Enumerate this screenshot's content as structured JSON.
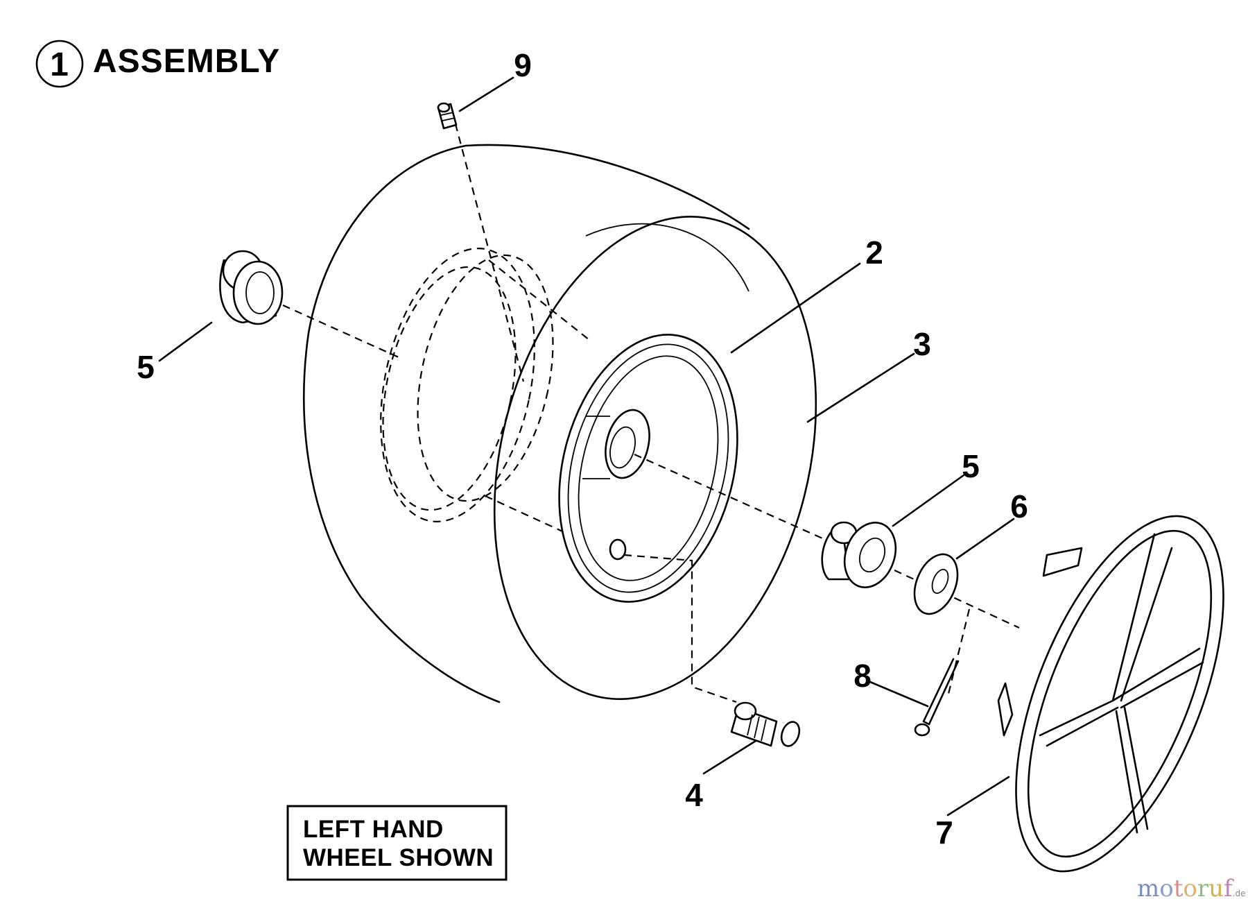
{
  "header": {
    "number": "1",
    "title": "ASSEMBLY"
  },
  "callouts": {
    "c2": "2",
    "c3": "3",
    "c4": "4",
    "c5_left": "5",
    "c5_right": "5",
    "c6": "6",
    "c7": "7",
    "c8": "8",
    "c9": "9"
  },
  "note": {
    "line1": "LEFT HAND",
    "line2": "WHEEL SHOWN"
  },
  "watermark": {
    "letters": [
      {
        "ch": "m",
        "color": "#7a8fc0"
      },
      {
        "ch": "o",
        "color": "#8aa0c8"
      },
      {
        "ch": "t",
        "color": "#d98a8a"
      },
      {
        "ch": "o",
        "color": "#e0b070"
      },
      {
        "ch": "r",
        "color": "#8cc07a"
      },
      {
        "ch": "u",
        "color": "#d4b050"
      },
      {
        "ch": "f",
        "color": "#c97fb0"
      }
    ],
    "suffix": ".de"
  }
}
